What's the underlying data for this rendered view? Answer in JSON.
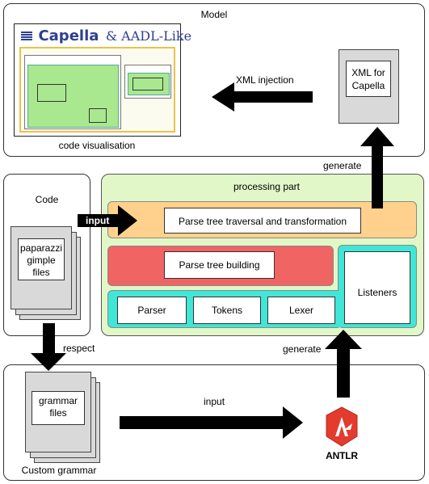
{
  "model": {
    "title": "Model",
    "screenshot": {
      "capella_logo": "Capella",
      "suffix": "& AADL-Like"
    },
    "caption": "code visualisation",
    "arrow_label": "XML injection",
    "xml_doc": "XML for Capella"
  },
  "generate_top": "generate",
  "code": {
    "title": "Code",
    "doc": "paparazzi gimple files",
    "arrow_label": "input"
  },
  "processing": {
    "title": "processing part",
    "traversal": "Parse tree traversal and transformation",
    "building": "Parse tree building",
    "parser": "Parser",
    "tokens": "Tokens",
    "lexer": "Lexer",
    "listeners": "Listeners"
  },
  "respect": "respect",
  "generate_bottom": "generate",
  "grammar": {
    "doc": "grammar files",
    "caption": "Custom grammar",
    "arrow_label": "input",
    "antlr": "ANTLR"
  },
  "colors": {
    "processing_bg": "#e2f7c8",
    "traversal_bg": "#ffd18c",
    "building_bg": "#f06464",
    "parser_row_bg": "#40e6d6",
    "doc_gray": "#d9d9d9",
    "antlr_red": "#e33b2e"
  }
}
